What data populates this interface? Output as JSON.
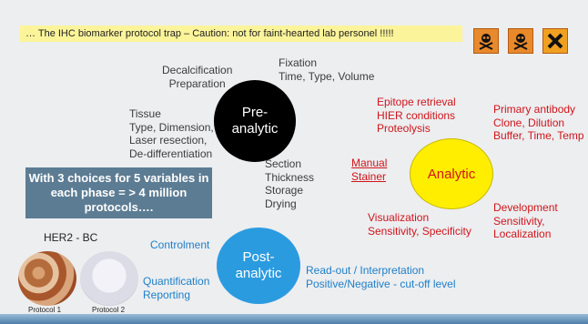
{
  "banner": {
    "text": "… The IHC biomarker protocol trap – Caution: not for faint-hearted lab personel !!!!!"
  },
  "icons": [
    "skull-crossbones-icon",
    "skull-crossbones-icon",
    "x-hazard-icon"
  ],
  "colors": {
    "pre": "#000000",
    "analytic": "#ffee00",
    "post": "#2b9be0",
    "red_text": "#d0151b",
    "blue_text": "#1f7fc8",
    "banner_bg": "#fcf49a",
    "box_bg": "#5c7c93"
  },
  "pre": {
    "circle": [
      "Pre-",
      "analytic"
    ],
    "decalcification": [
      "Decalcification",
      "Preparation"
    ],
    "fixation": [
      "Fixation",
      "Time, Type, Volume"
    ],
    "tissue": [
      "Tissue",
      "Type, Dimension,",
      "Laser resection,",
      "De-differentiation"
    ],
    "section": [
      "Section",
      "Thickness",
      "Storage",
      "Drying"
    ]
  },
  "analytic": {
    "circle": "Analytic",
    "epitope": [
      "Epitope retrieval",
      "HIER conditions",
      "Proteolysis"
    ],
    "primary": [
      "Primary antibody",
      "Clone, Dilution",
      "Buffer, Time, Temp"
    ],
    "stainer": [
      "Manual",
      "Stainer"
    ],
    "visualization": [
      "Visualization",
      "Sensitivity, Specificity"
    ],
    "development": [
      "Development",
      "Sensitivity,",
      "Localization"
    ]
  },
  "choices": {
    "text": "With 3 choices for 5 variables in each phase = > 4 million protocols…."
  },
  "post": {
    "circle": [
      "Post-",
      "analytic"
    ],
    "her2": "HER2 - BC",
    "controlment": "Controlment",
    "quantification": [
      "Quantification",
      "Reporting"
    ],
    "readout": [
      "Read-out / Interpretation",
      "Positive/Negative - cut-off level"
    ],
    "protocol1": "Protocol 1",
    "protocol2": "Protocol 2"
  }
}
